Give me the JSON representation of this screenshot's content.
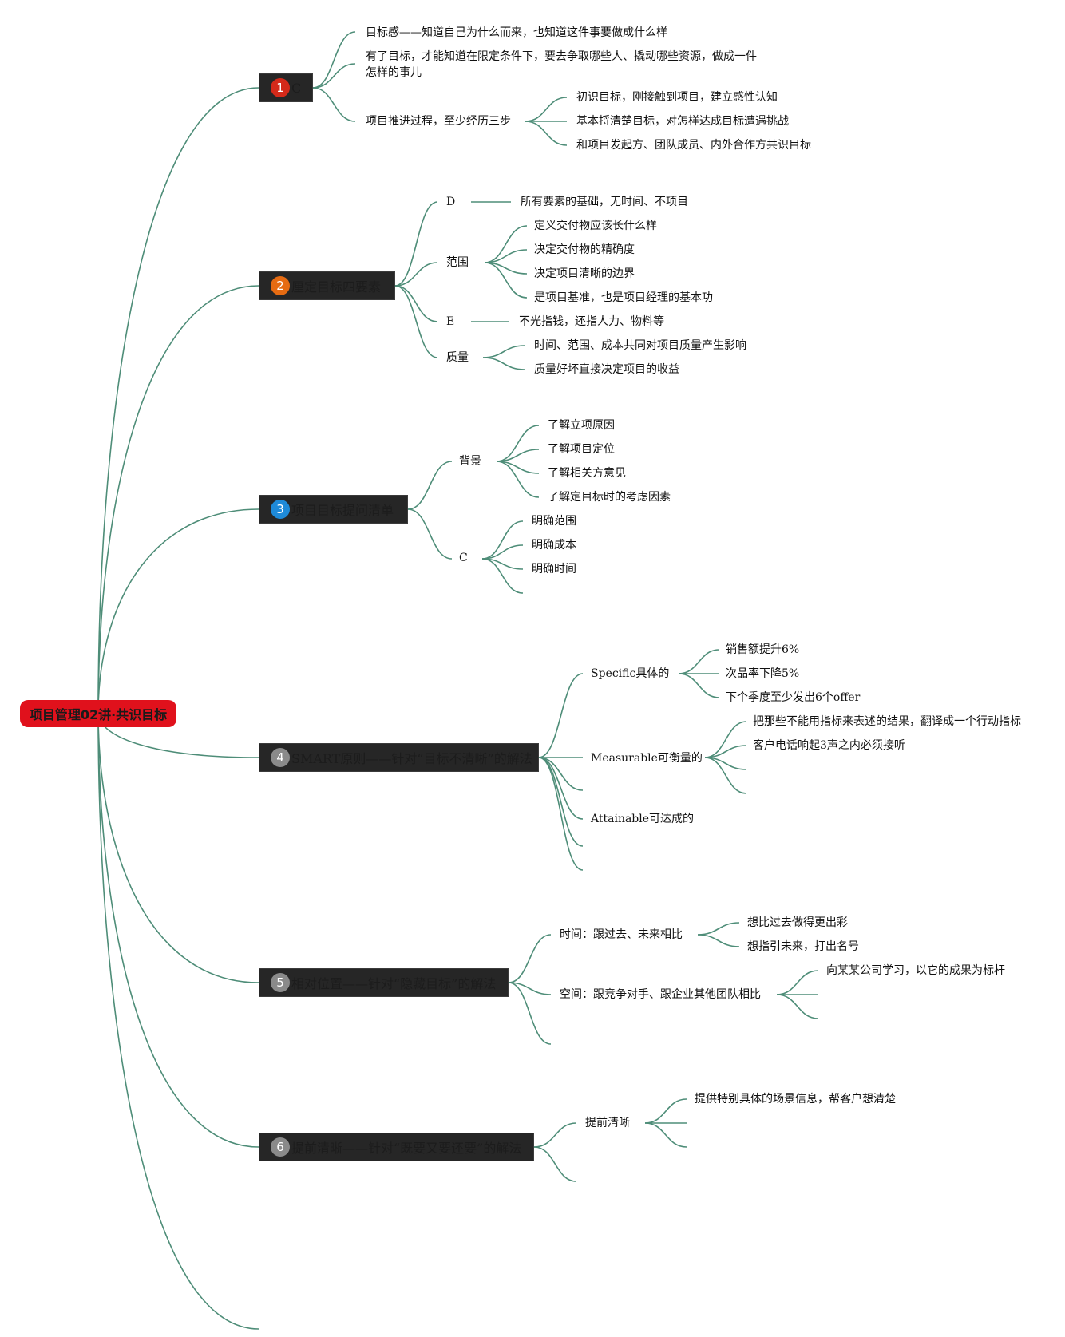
{
  "root": {
    "label": "项目管理02讲·共识目标",
    "color": "#e0111c"
  },
  "colors": {
    "line": "#4e8d78",
    "node_bg": "#262626",
    "node_text": "#1c1c1c"
  },
  "branches": [
    {
      "num": "1",
      "badge_color": "#d42a1a",
      "label": "C",
      "children": [
        {
          "label": "目标感——知道自己为什么而来，也知道这件事要做成什么样"
        },
        {
          "label": "有了目标，才能知道在限定条件下，要去争取哪些人、撬动哪些资源，做成一件怎样的事儿"
        },
        {
          "label": "项目推进过程，至少经历三步",
          "children": [
            {
              "label": "初识目标，刚接触到项目，建立感性认知"
            },
            {
              "label": "基本捋清楚目标，对怎样达成目标遭遇挑战"
            },
            {
              "label": "和项目发起方、团队成员、内外合作方共识目标"
            }
          ]
        }
      ]
    },
    {
      "num": "2",
      "badge_color": "#e66b12",
      "label": "厘定目标四要素",
      "children": [
        {
          "label": "D",
          "children": [
            {
              "label": "所有要素的基础，无时间、不项目"
            }
          ]
        },
        {
          "label": "范围",
          "children": [
            {
              "label": "定义交付物应该长什么样"
            },
            {
              "label": "决定交付物的精确度"
            },
            {
              "label": "决定项目清晰的边界"
            },
            {
              "label": "是项目基准，也是项目经理的基本功"
            }
          ]
        },
        {
          "label": "E",
          "children": [
            {
              "label": "不光指钱，还指人力、物料等"
            }
          ]
        },
        {
          "label": "质量",
          "children": [
            {
              "label": "时间、范围、成本共同对项目质量产生影响"
            },
            {
              "label": "质量好坏直接决定项目的收益"
            }
          ]
        }
      ]
    },
    {
      "num": "3",
      "badge_color": "#1e8ad8",
      "label": "项目目标提问清单",
      "children": [
        {
          "label": "背景",
          "children": [
            {
              "label": "了解立项原因"
            },
            {
              "label": "了解项目定位"
            },
            {
              "label": "了解相关方意见"
            },
            {
              "label": "了解定目标时的考虑因素"
            }
          ]
        },
        {
          "label": "C",
          "children": [
            {
              "label": "明确范围"
            },
            {
              "label": "明确成本"
            },
            {
              "label": "明确时间"
            },
            {
              "label": ""
            }
          ]
        }
      ]
    },
    {
      "num": "4",
      "badge_color": "#8a8a8a",
      "label": "SMART原则——针对“目标不清晰”的解法",
      "children": [
        {
          "label": "Specific具体的",
          "children": [
            {
              "label": "销售额提升6%"
            },
            {
              "label": "次品率下降5%"
            },
            {
              "label": "下个季度至少发出6个offer"
            }
          ]
        },
        {
          "label": "Measurable可衡量的",
          "children": [
            {
              "label": "把那些不能用指标来表述的结果，翻译成一个行动指标"
            },
            {
              "label": "客户电话响起3声之内必须接听"
            },
            {
              "label": ""
            },
            {
              "label": ""
            }
          ]
        },
        {
          "label": ""
        },
        {
          "label": "Attainable可达成的"
        },
        {
          "label": ""
        },
        {
          "label": ""
        }
      ]
    },
    {
      "num": "5",
      "badge_color": "#8a8a8a",
      "label": "相对位置——针对“隐藏目标”的解法",
      "children": [
        {
          "label": "时间：跟过去、未来相比",
          "children": [
            {
              "label": "想比过去做得更出彩"
            },
            {
              "label": "想指引未来，打出名号"
            }
          ]
        },
        {
          "label": "空间：跟竞争对手、跟企业其他团队相比",
          "children": [
            {
              "label": "向某某公司学习，以它的成果为标杆"
            },
            {
              "label": ""
            },
            {
              "label": ""
            }
          ]
        },
        {
          "label": ""
        }
      ]
    },
    {
      "num": "6",
      "badge_color": "#8a8a8a",
      "label": "提前清晰——针对“既要又要还要”的解法",
      "children": [
        {
          "label": "提前清晰",
          "children": [
            {
              "label": "提供特别具体的场景信息，帮客户想清楚"
            },
            {
              "label": ""
            }
          ]
        },
        {
          "label": ""
        }
      ]
    },
    {
      "label": ""
    }
  ]
}
